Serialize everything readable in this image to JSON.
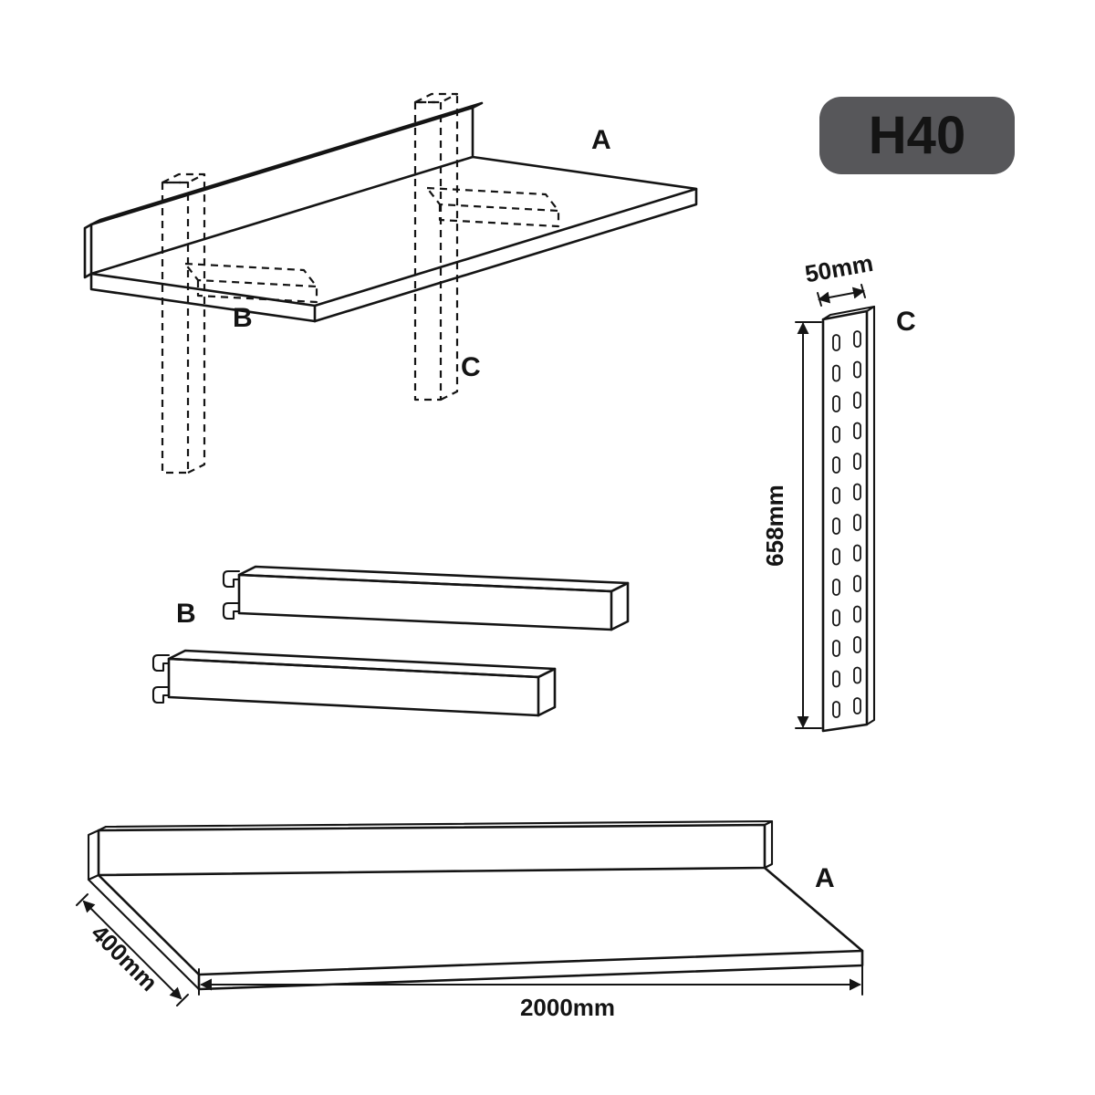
{
  "badge": {
    "label": "H40",
    "bg_color": "#57575a",
    "text_color": "#ffffff"
  },
  "colors": {
    "line": "#141414",
    "background": "#ffffff"
  },
  "assembly": {
    "label_a": "A",
    "label_b": "B",
    "label_c": "C"
  },
  "rail": {
    "label": "C",
    "width_dim": "50mm",
    "height_dim": "658mm"
  },
  "brackets": {
    "label": "B"
  },
  "shelf": {
    "label": "A",
    "depth_dim": "400mm",
    "length_dim": "2000mm"
  }
}
